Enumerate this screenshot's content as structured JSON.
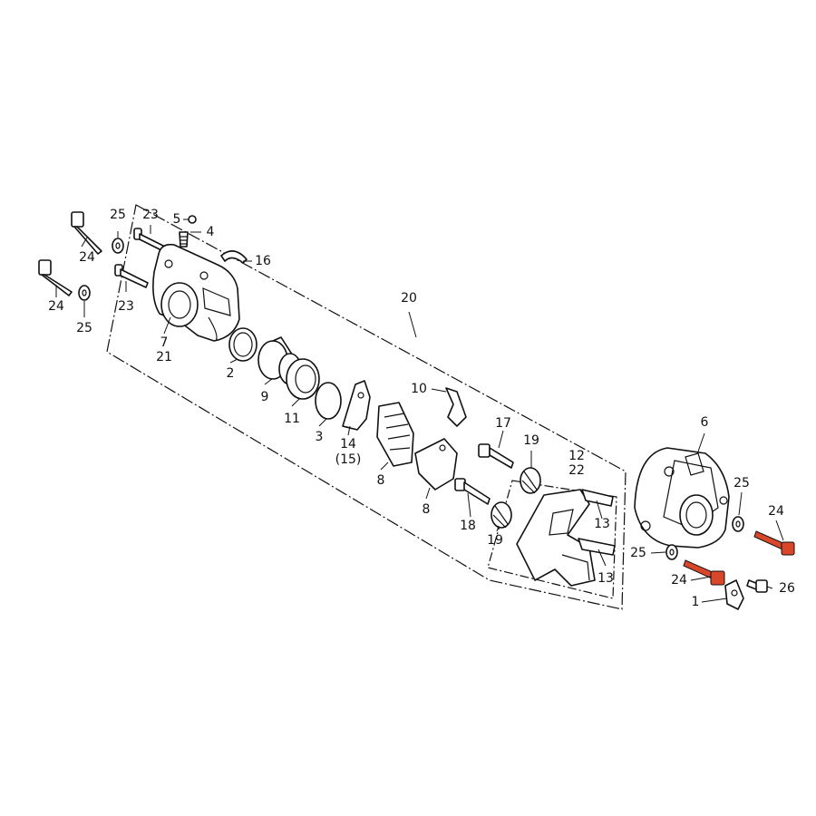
{
  "diagram": {
    "highlight_color": "#d9472b",
    "line_color": "#111111",
    "labels": {
      "l1": "1",
      "l2": "2",
      "l3": "3",
      "l4": "4",
      "l5": "5",
      "l6": "6",
      "l7": "7",
      "l8a": "8",
      "l8b": "8",
      "l9": "9",
      "l10": "10",
      "l11": "11",
      "l12": "12",
      "l13a": "13",
      "l13b": "13",
      "l14": "14",
      "l15": "(15)",
      "l16": "16",
      "l17": "17",
      "l18": "18",
      "l19a": "19",
      "l19b": "19",
      "l20": "20",
      "l21": "21",
      "l22": "22",
      "l23a": "23",
      "l23b": "23",
      "l24a": "24",
      "l24b": "24",
      "l24c": "24",
      "l24d": "24",
      "l25a": "25",
      "l25b": "25",
      "l25c": "25",
      "l25d": "25",
      "l26": "26"
    }
  }
}
